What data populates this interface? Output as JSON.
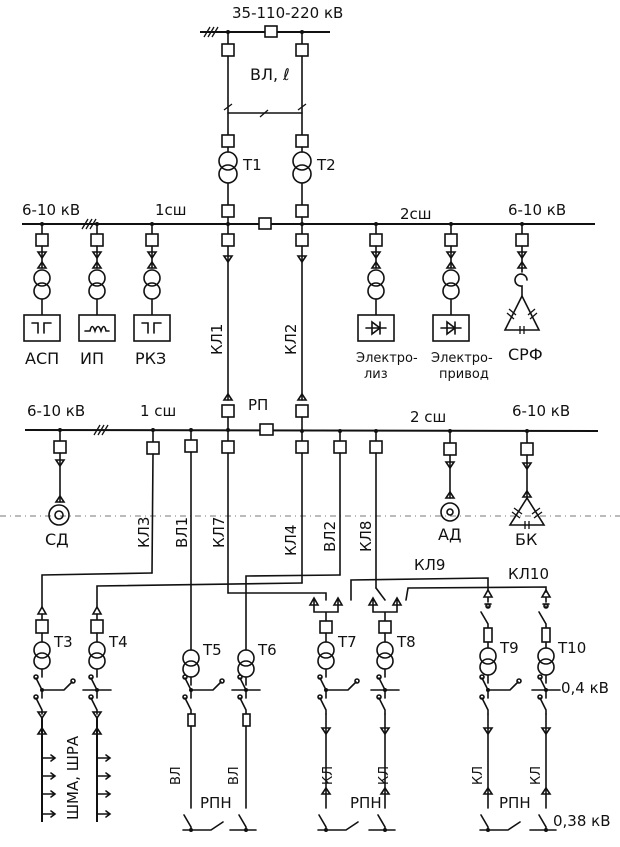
{
  "top_bus": {
    "voltage": "35-110-220 кВ",
    "line_label": "ВЛ, ℓ"
  },
  "transformers_main": [
    "Т1",
    "Т2"
  ],
  "gpp_bus": {
    "voltage_left": "6-10 кВ",
    "section1": "1сш",
    "section2": "2сш",
    "voltage_right": "6-10 кВ"
  },
  "gpp_loads": [
    {
      "name": "АСП",
      "symbol": "converter"
    },
    {
      "name": "ИП",
      "symbol": "induction"
    },
    {
      "name": "РКЗ",
      "symbol": "converter"
    },
    {
      "name": "Электро-\nлиз",
      "line1": "Электро-",
      "line2": "лиз",
      "symbol": "rectifier"
    },
    {
      "name": "Электро-\nпривод",
      "line1": "Электро-",
      "line2": "привод",
      "symbol": "rectifier"
    },
    {
      "name": "СРФ",
      "symbol": "filter"
    }
  ],
  "cables_gpp_rp": [
    "КЛ1",
    "КЛ2"
  ],
  "rp_bus": {
    "label": "РП",
    "voltage_left": "6-10 кВ",
    "section1": "1 сш",
    "section2": "2 сш",
    "voltage_right": "6-10 кВ"
  },
  "rp_loads": [
    {
      "name": "СД",
      "symbol": "sync-motor"
    },
    {
      "name": "АД",
      "symbol": "async-motor"
    },
    {
      "name": "БК",
      "symbol": "capacitor-bank"
    }
  ],
  "rp_feeders": [
    "КЛ3",
    "ВЛ1",
    "КЛ7",
    "КЛ4",
    "ВЛ2",
    "КЛ8"
  ],
  "ring_cables": [
    "КЛ9",
    "КЛ10"
  ],
  "shop_transformers": [
    "Т3",
    "Т4",
    "Т5",
    "Т6",
    "Т7",
    "Т8",
    "Т9",
    "Т10"
  ],
  "lv_voltage": "0,4 кВ",
  "busducts_label": "ШМА, ШРА",
  "lv_lines": {
    "overhead": "ВЛ",
    "cable": "КЛ"
  },
  "rpn_label": "РПН",
  "consumer_voltage": "0,38 кВ"
}
